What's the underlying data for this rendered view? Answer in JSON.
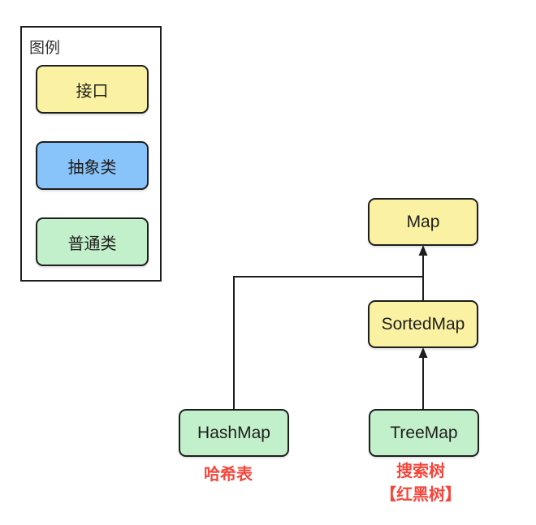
{
  "colors": {
    "interface_fill": "#faf2a2",
    "abstract_fill": "#88c4fa",
    "concrete_fill": "#c2f0ca",
    "stroke": "#1e1e1e",
    "caption_red": "#f4473c"
  },
  "legend": {
    "title": "图例",
    "items": [
      {
        "label": "接口",
        "type": "interface"
      },
      {
        "label": "抽象类",
        "type": "abstract-class"
      },
      {
        "label": "普通类",
        "type": "concrete-class"
      }
    ]
  },
  "diagram": {
    "nodes": {
      "map": {
        "label": "Map",
        "type": "interface"
      },
      "sortedmap": {
        "label": "SortedMap",
        "type": "interface"
      },
      "hashmap": {
        "label": "HashMap",
        "type": "concrete-class"
      },
      "treemap": {
        "label": "TreeMap",
        "type": "concrete-class"
      }
    },
    "edges": [
      {
        "from": "SortedMap",
        "to": "Map"
      },
      {
        "from": "HashMap",
        "to": "Map"
      },
      {
        "from": "TreeMap",
        "to": "SortedMap"
      }
    ],
    "captions": {
      "hashmap": "哈希表",
      "treemap_line1": "搜索树",
      "treemap_line2": "【红黑树】"
    }
  }
}
